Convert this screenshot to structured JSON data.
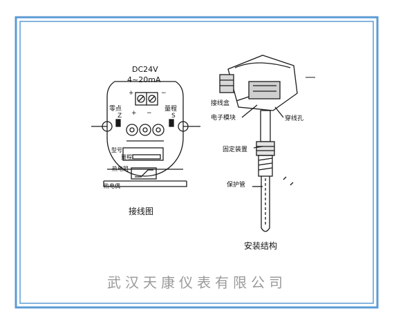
{
  "wiring": {
    "power": "DC24V",
    "current": "4~20mA",
    "plus_top": "+",
    "minus_top": "−",
    "zero": "零点",
    "zero_letter": "Z",
    "span": "量程",
    "span_letter": "S",
    "plus": "+",
    "minus": "−",
    "model": "型号",
    "range": "量程",
    "thermistor": "热电阻",
    "thermocouple": "热电偶",
    "caption": "接线图"
  },
  "install": {
    "junction_box": "接线盒",
    "module": "电子模块",
    "hole": "穿线孔",
    "fixing": "固定装置",
    "sheath": "保护管",
    "caption": "安装结构"
  },
  "company": "武汉天康仪表有限公司",
  "colors": {
    "border": "#5b9bd5",
    "line": "#1a1a1a",
    "watermark": "#9a9a9a"
  }
}
